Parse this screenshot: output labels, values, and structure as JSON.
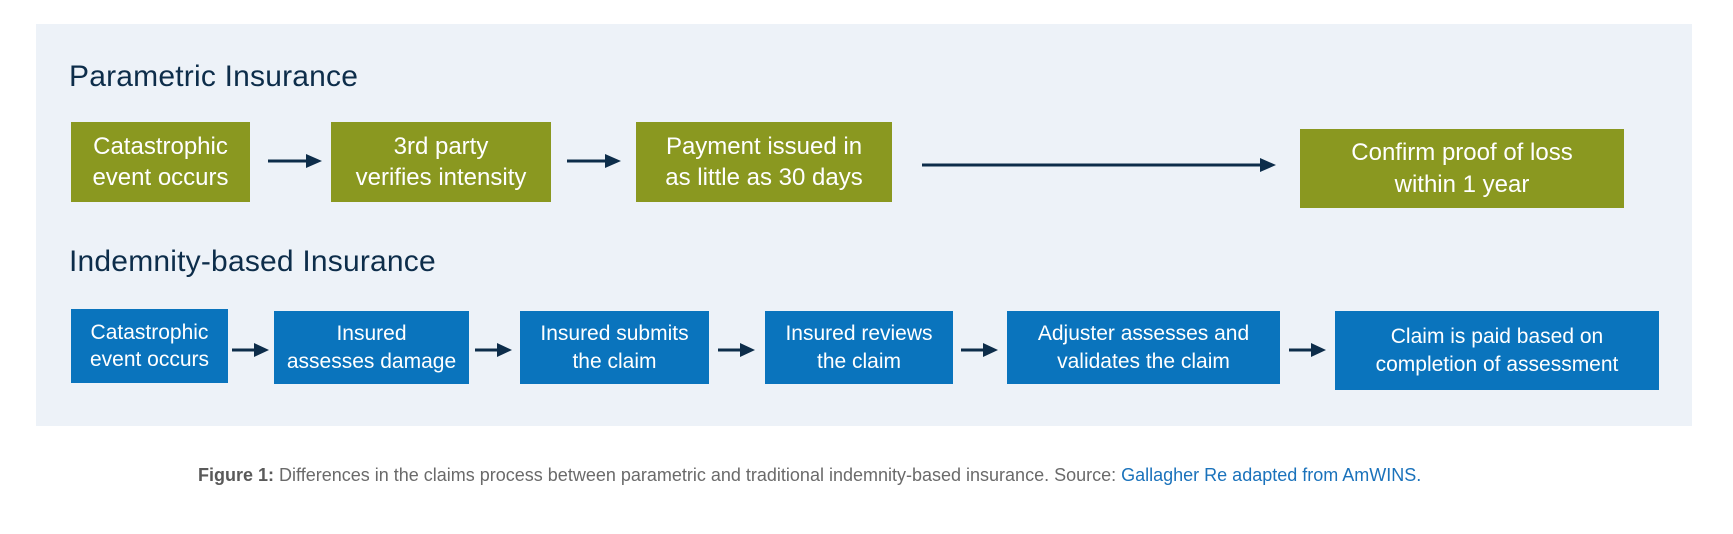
{
  "parametric": {
    "heading": "Parametric Insurance",
    "steps": [
      "Catastrophic\nevent occurs",
      "3rd party\nverifies intensity",
      "Payment issued in\nas little as 30 days",
      "Confirm proof of loss\nwithin 1 year"
    ]
  },
  "indemnity": {
    "heading": "Indemnity-based Insurance",
    "steps": [
      "Catastrophic\nevent occurs",
      "Insured\nassesses damage",
      "Insured submits\nthe claim",
      "Insured reviews\nthe claim",
      "Adjuster assesses and\nvalidates the claim",
      "Claim is paid based on\ncompletion of assessment"
    ]
  },
  "caption": {
    "label": "Figure 1:",
    "text": " Differences in the claims process between parametric and traditional indemnity-based insurance. Source: ",
    "source": "Gallagher Re adapted from AmWINS."
  },
  "colors": {
    "parametric_box": "#8a9820",
    "indemnity_box": "#0a74bd",
    "arrow": "#0d2d4a",
    "panel": "#edf2f8"
  }
}
